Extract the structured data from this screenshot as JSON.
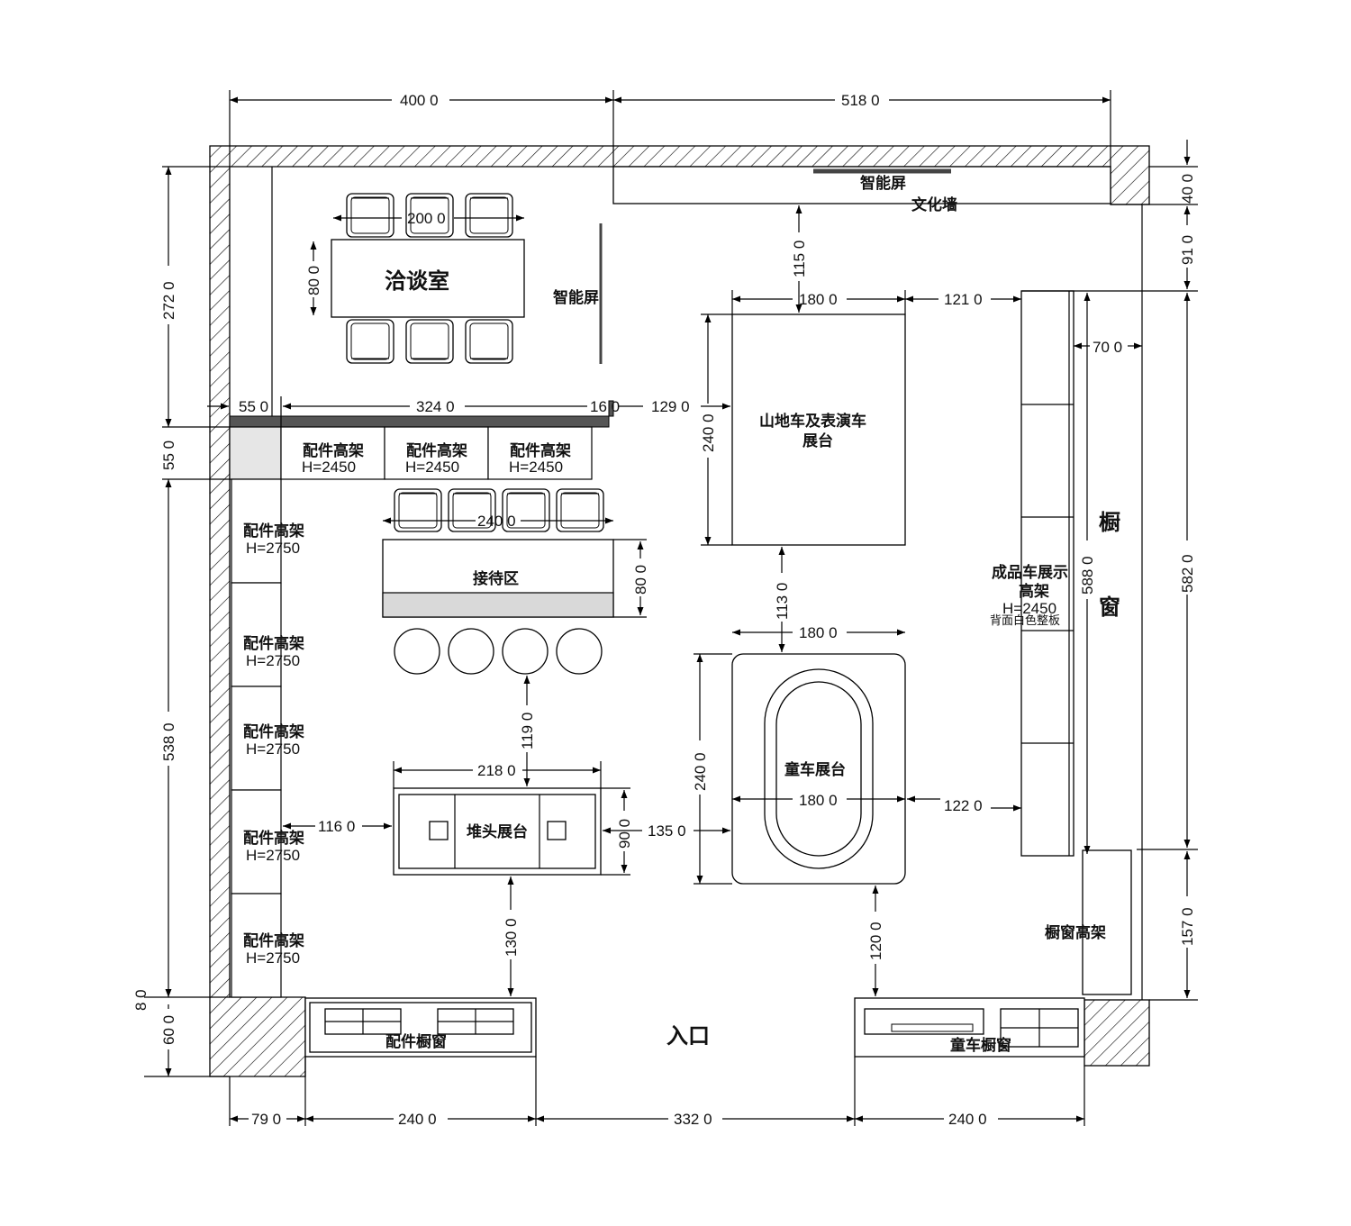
{
  "rooms": {
    "meeting_room": "洽谈室",
    "smart_screen_top": "智能屏",
    "smart_screen_side": "智能屏",
    "culture_wall": "文化墙",
    "mtb_platform_line1": "山地车及表演车",
    "mtb_platform_line2": "展台",
    "reception": "接待区",
    "kids_platform": "童车展台",
    "endcap_platform": "堆头展台",
    "finished_bike_line1": "成品车展示",
    "finished_bike_line2": "高架",
    "finished_bike_height": "H=2450",
    "finished_bike_note": "背面白色整板",
    "window_big_1": "橱",
    "window_big_2": "窗",
    "window_shelf": "橱窗高架",
    "accessory_window": "配件橱窗",
    "kids_window": "童车橱窗",
    "entrance": "入口"
  },
  "shelves_top": [
    {
      "name": "配件高架",
      "height": "H=2450"
    },
    {
      "name": "配件高架",
      "height": "H=2450"
    },
    {
      "name": "配件高架",
      "height": "H=2450"
    }
  ],
  "shelves_left": [
    {
      "name": "配件高架",
      "height": "H=2750"
    },
    {
      "name": "配件高架",
      "height": "H=2750"
    },
    {
      "name": "配件高架",
      "height": "H=2750"
    },
    {
      "name": "配件高架",
      "height": "H=2750"
    },
    {
      "name": "配件高架",
      "height": "H=2750"
    }
  ],
  "dimensions": {
    "top_left": "400 0",
    "top_right": "518 0",
    "table_w": "200 0",
    "table_h": "80 0",
    "left_upper": "272 0",
    "left_mid": "55 0",
    "left_lower": "538 0",
    "left_small": "8 0",
    "left_bottom": "60 0",
    "shelf_offset": "55 0",
    "shelf_len": "324 0",
    "shelf_gap": "16 0",
    "gap_to_mtb": "129 0",
    "mtb_top": "115 0",
    "mtb_w": "180 0",
    "mtb_right": "121 0",
    "mtb_h": "240 0",
    "window_depth": "70 0",
    "right_top": "40 0",
    "right_upper": "91 0",
    "right_mid": "582 0",
    "right_lower": "157 0",
    "finished_len": "588 0",
    "reception_w": "240 0",
    "reception_h": "80 0",
    "mtb_to_kids": "113 0",
    "kids_w_top": "180 0",
    "kids_h": "240 0",
    "kids_w_mid": "180 0",
    "kids_right": "122 0",
    "stools_to_endcap": "119 0",
    "endcap_w": "218 0",
    "endcap_left": "116 0",
    "endcap_h": "90 0",
    "endcap_right": "135 0",
    "endcap_bottom": "130 0",
    "kids_bottom": "120 0",
    "bottom_1": "79 0",
    "bottom_2": "240 0",
    "bottom_3": "332 0",
    "bottom_4": "240 0"
  }
}
